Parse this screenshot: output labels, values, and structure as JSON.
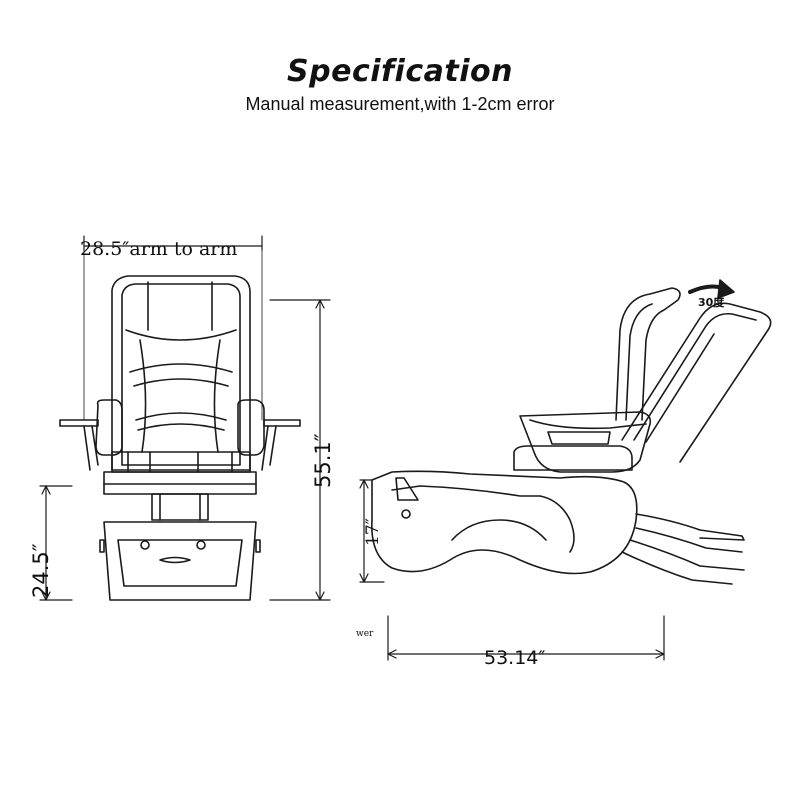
{
  "header": {
    "title": "Specification",
    "subtitle": "Manual measurement,with 1-2cm error"
  },
  "front_view": {
    "arm_width_label": "28.5″arm to arm",
    "height_label": "55.1″",
    "base_height_label": "24.5″"
  },
  "side_view": {
    "recline_label": "30度",
    "basin_height_label": "17″",
    "length_label": "53.14″",
    "small_label": "wer"
  },
  "colors": {
    "line": "#1a1a1a",
    "background": "#ffffff"
  }
}
